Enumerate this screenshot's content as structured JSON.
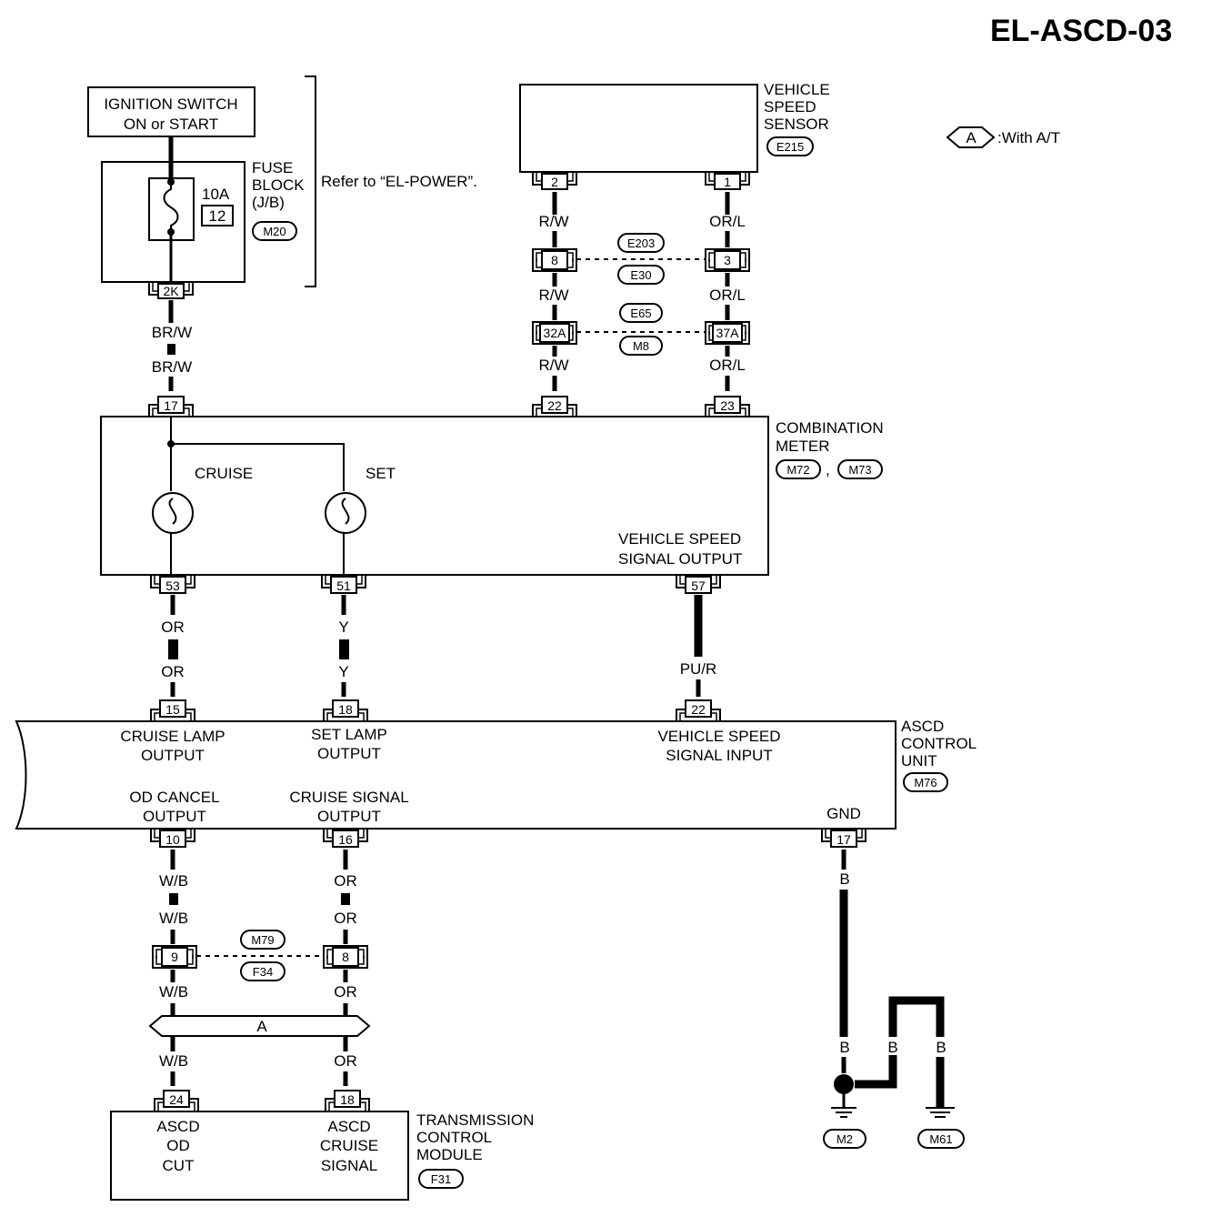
{
  "page_title": "EL-ASCD-03",
  "legend": {
    "symbol": "A",
    "text": ":With A/T"
  },
  "ignition": {
    "line1": "IGNITION SWITCH",
    "line2": "ON or START"
  },
  "fuse_block": {
    "line1": "FUSE",
    "line2": "BLOCK",
    "line3": "(J/B)",
    "amp": "10A",
    "number": "12",
    "connector": "M20",
    "pin": "2K"
  },
  "refer_text": "Refer to “EL-POWER”.",
  "vss": {
    "line1": "VEHICLE",
    "line2": "SPEED",
    "line3": "SENSOR",
    "connector": "E215",
    "pin_left": "2",
    "pin_right": "1"
  },
  "inline_e203": {
    "conn_top": "E203",
    "conn_bottom": "E30",
    "pin_left": "8",
    "pin_right": "3"
  },
  "inline_e65": {
    "conn_top": "E65",
    "conn_bottom": "M8",
    "pin_left": "32A",
    "pin_right": "37A"
  },
  "combination_meter": {
    "line1": "COMBINATION",
    "line2": "METER",
    "connector1": "M72",
    "separator": ",",
    "connector2": "M73",
    "cruise_label": "CRUISE",
    "set_label": "SET",
    "vss_out_line1": "VEHICLE SPEED",
    "vss_out_line2": "SIGNAL OUTPUT",
    "pin_17": "17",
    "pin_22": "22",
    "pin_23": "23",
    "pin_53": "53",
    "pin_51": "51",
    "pin_57": "57"
  },
  "wires": {
    "brw_top": "BR/W",
    "brw_bottom": "BR/W",
    "rw_1": "R/W",
    "rw_2": "R/W",
    "rw_3": "R/W",
    "orl_1": "OR/L",
    "orl_2": "OR/L",
    "orl_3": "OR/L",
    "or_1": "OR",
    "or_2": "OR",
    "y_1": "Y",
    "y_2": "Y",
    "pur": "PU/R",
    "wb_1": "W/B",
    "wb_2": "W/B",
    "wb_3": "W/B",
    "wb_4": "W/B",
    "or_3": "OR",
    "or_4": "OR",
    "or_5": "OR",
    "or_6": "OR",
    "b_1": "B",
    "b_2": "B",
    "b_3": "B",
    "b_4": "B"
  },
  "ascd_unit": {
    "line1": "ASCD",
    "line2": "CONTROL",
    "line3": "UNIT",
    "connector": "M76",
    "cruise_lamp_1": "CRUISE LAMP",
    "cruise_lamp_2": "OUTPUT",
    "set_lamp_1": "SET LAMP",
    "set_lamp_2": "OUTPUT",
    "vss_in_1": "VEHICLE SPEED",
    "vss_in_2": "SIGNAL INPUT",
    "od_cancel_1": "OD CANCEL",
    "od_cancel_2": "OUTPUT",
    "cruise_signal_1": "CRUISE SIGNAL",
    "cruise_signal_2": "OUTPUT",
    "gnd": "GND",
    "pin_15": "15",
    "pin_18": "18",
    "pin_22": "22",
    "pin_10": "10",
    "pin_16": "16",
    "pin_17": "17"
  },
  "inline_m79": {
    "conn_top": "M79",
    "conn_bottom": "F34",
    "pin_left": "9",
    "pin_right": "8"
  },
  "option_bar": {
    "label": "A"
  },
  "tcm": {
    "line1": "TRANSMISSION",
    "line2": "CONTROL",
    "line3": "MODULE",
    "connector": "F31",
    "od_1": "ASCD",
    "od_2": "OD",
    "od_3": "CUT",
    "cr_1": "ASCD",
    "cr_2": "CRUISE",
    "cr_3": "SIGNAL",
    "pin_24": "24",
    "pin_18": "18"
  },
  "grounds": {
    "g1": "M2",
    "g2": "M61"
  }
}
